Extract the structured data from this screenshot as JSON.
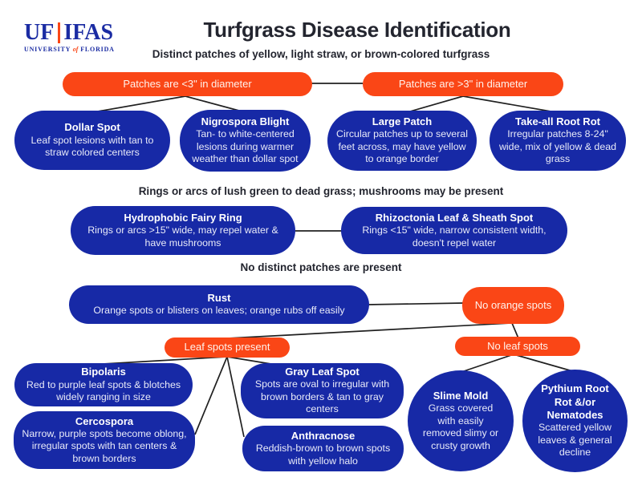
{
  "logo": {
    "uf": "UF",
    "ifas": "IFAS",
    "university": "UNIVERSITY",
    "of": "of",
    "florida": "FLORIDA"
  },
  "header": {
    "title": "Turfgrass Disease Identification",
    "subtitle": "Distinct patches of yellow, light straw, or brown-colored turfgrass"
  },
  "sections": {
    "rings_heading": "Rings or arcs of lush green to dead grass; mushrooms may be present",
    "no_patches_heading": "No distinct patches are present"
  },
  "decision_pills": {
    "small_patches": "Patches are <3\" in diameter",
    "large_patches": "Patches are >3\" in diameter",
    "no_orange_spots": "No orange spots",
    "leaf_spots_present": "Leaf spots present",
    "no_leaf_spots": "No leaf spots"
  },
  "diseases": {
    "dollar_spot": {
      "title": "Dollar Spot",
      "desc": "Leaf spot lesions with tan to straw colored centers"
    },
    "nigrospora_blight": {
      "title": "Nigrospora Blight",
      "desc": "Tan- to white-centered lesions during warmer weather than dollar spot"
    },
    "large_patch": {
      "title": "Large Patch",
      "desc": "Circular patches up to several feet across, may have yellow to orange border"
    },
    "take_all_root_rot": {
      "title": "Take-all Root Rot",
      "desc": "Irregular patches 8-24\" wide, mix of yellow & dead grass"
    },
    "hydrophobic_fairy_ring": {
      "title": "Hydrophobic Fairy Ring",
      "desc": "Rings or arcs >15\" wide, may repel water & have mushrooms"
    },
    "rhizoctonia_leaf_sheath_spot": {
      "title": "Rhizoctonia Leaf & Sheath Spot",
      "desc": "Rings <15\" wide, narrow consistent width, doesn't repel water"
    },
    "rust": {
      "title": "Rust",
      "desc": "Orange spots or blisters on leaves; orange rubs off easily"
    },
    "bipolaris": {
      "title": "Bipolaris",
      "desc": "Red to purple leaf spots & blotches widely ranging in size"
    },
    "cercospora": {
      "title": "Cercospora",
      "desc": "Narrow, purple spots become oblong, irregular spots with tan centers & brown borders"
    },
    "gray_leaf_spot": {
      "title": "Gray Leaf Spot",
      "desc": "Spots are oval to irregular with brown borders & tan to gray centers"
    },
    "anthracnose": {
      "title": "Anthracnose",
      "desc": "Reddish-brown to brown spots with yellow halo"
    },
    "slime_mold": {
      "title": "Slime Mold",
      "desc": "Grass covered with easily removed slimy or crusty growth"
    },
    "pythium_nematodes": {
      "title": "Pythium Root Rot &/or Nematodes",
      "desc": "Scattered yellow leaves & general decline"
    }
  },
  "colors": {
    "blue": "#1729a6",
    "orange": "#fa4616",
    "logo_blue": "#1b2ca3",
    "line": "#202020",
    "heading": "#23252f",
    "pill_text": "#fff2ec",
    "box_body_text": "#e8eaf8"
  }
}
